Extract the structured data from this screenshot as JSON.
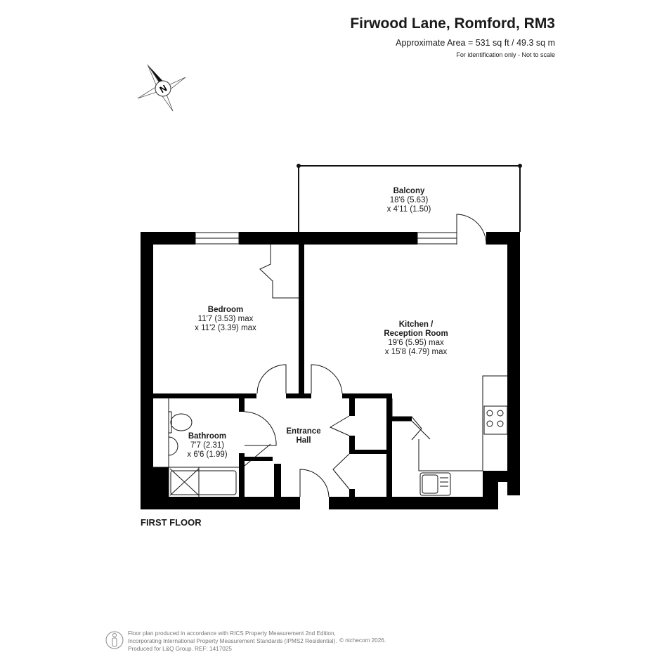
{
  "header": {
    "title": "Firwood Lane, Romford, RM3",
    "area": "Approximate Area = 531 sq ft / 49.3 sq m",
    "note": "For identification only - Not to scale"
  },
  "compass": {
    "label": "N"
  },
  "rooms": [
    {
      "name": "Balcony",
      "dim1": "18'6 (5.63)",
      "dim2": "x 4'11 (1.50)"
    },
    {
      "name": "Bedroom",
      "dim1": "11'7 (3.53) max",
      "dim2": "x 11'2 (3.39) max"
    },
    {
      "name": "Kitchen /",
      "name2": "Reception Room",
      "dim1": "19'6 (5.95) max",
      "dim2": "x 15'8 (4.79) max"
    },
    {
      "name": "Bathroom",
      "dim1": "7'7 (2.31)",
      "dim2": "x 6'6 (1.99)"
    },
    {
      "name": "Entrance",
      "name2": "Hall"
    }
  ],
  "floor_label": "FIRST FLOOR",
  "footer": {
    "line1": "Floor plan produced in accordance with RICS Property Measurement 2nd Edition,",
    "line2": "Incorporating International Property Measurement Standards (IPMS2 Residential).",
    "line3": "Produced for L&Q Group.   REF:   1417025",
    "copyright": "© nichecom 2026."
  }
}
